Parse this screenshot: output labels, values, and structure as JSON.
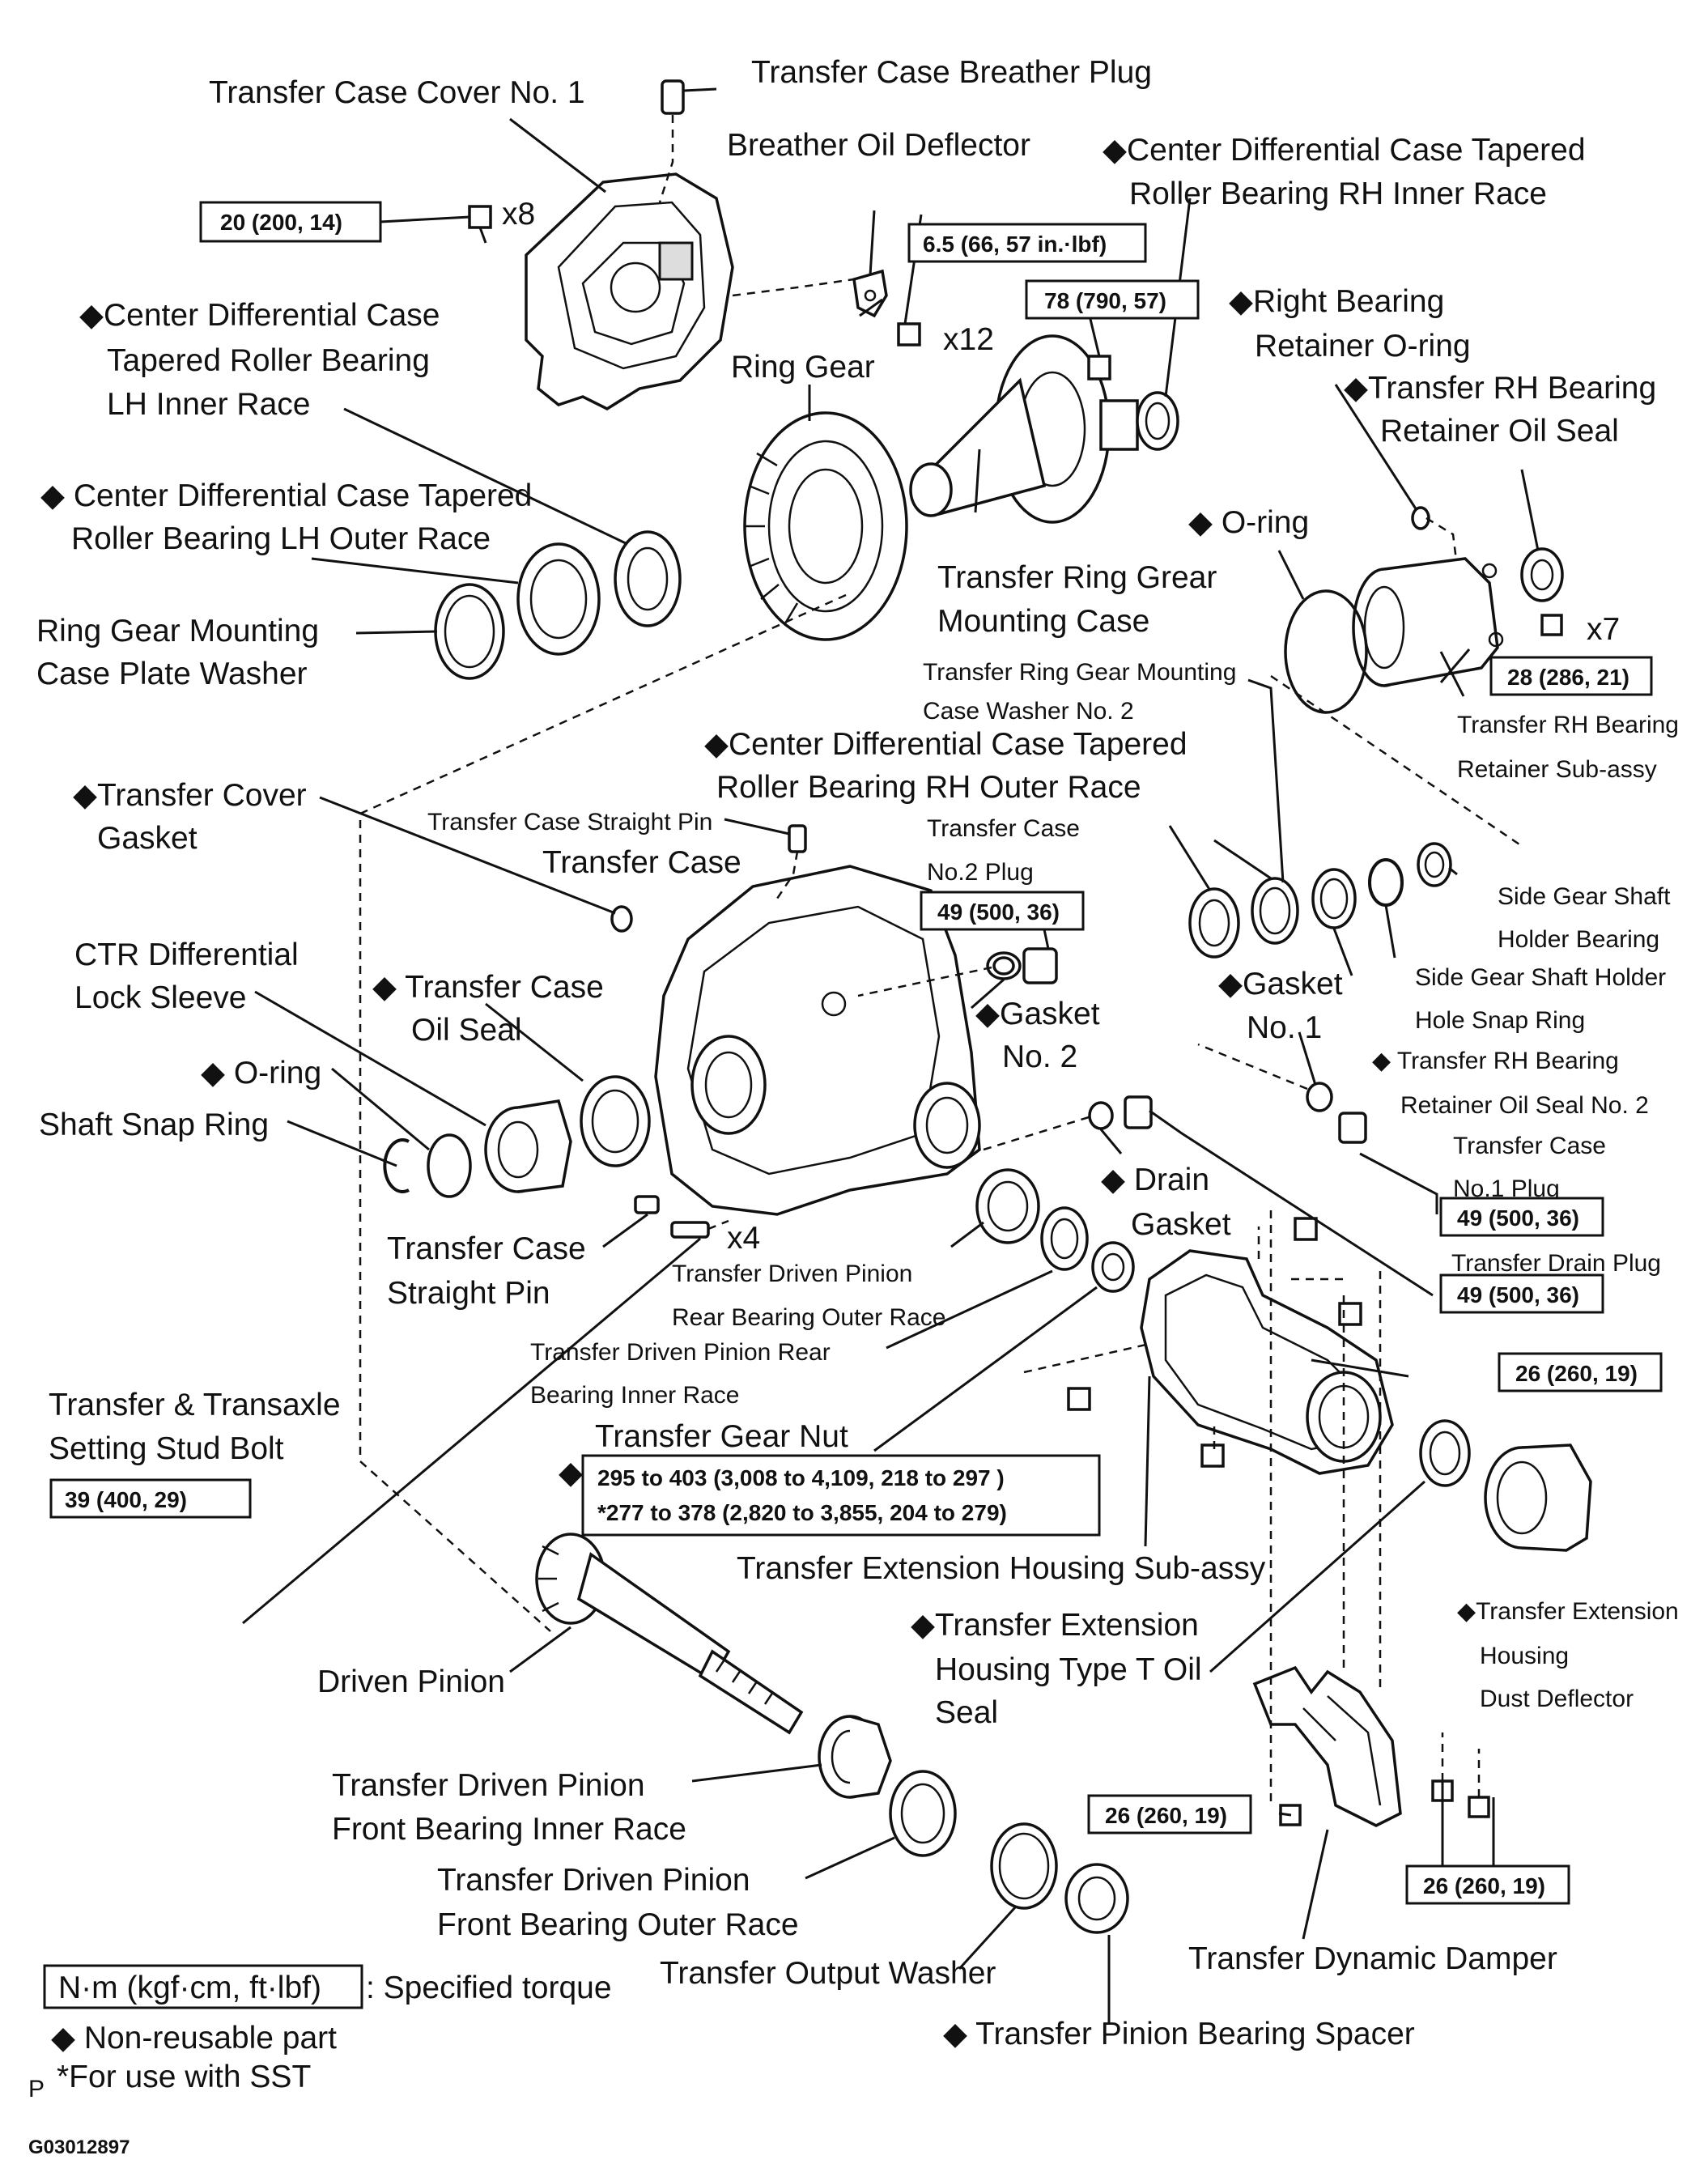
{
  "labels": {
    "cover_no1": "Transfer Case Cover No. 1",
    "breather_plug": "Transfer Case Breather Plug",
    "breather_deflector": "Breather Oil Deflector",
    "cdc_rh_inner_1": "◆Center Differential Case Tapered",
    "cdc_rh_inner_2": "Roller Bearing RH Inner Race",
    "cdc_lh_inner_1": "◆Center Differential Case",
    "cdc_lh_inner_2": "Tapered Roller Bearing",
    "cdc_lh_inner_3": "LH Inner Race",
    "ring_gear": "Ring Gear",
    "right_retainer_oring_1": "◆Right Bearing",
    "right_retainer_oring_2": "Retainer  O-ring",
    "rh_retainer_oil_seal_1": "◆Transfer RH Bearing",
    "rh_retainer_oil_seal_2": "Retainer Oil Seal",
    "cdc_lh_outer_1": "◆ Center Differential Case Tapered",
    "cdc_lh_outer_2": "Roller Bearing LH Outer Race",
    "oring_top": "◆ O-ring",
    "ring_gear_mounting_case_1": "Transfer Ring Grear",
    "ring_gear_mounting_case_2": "Mounting Case",
    "plate_washer_1": "Ring  Gear  Mounting",
    "plate_washer_2": "Case Plate Washer",
    "mounting_case_washer_1": "Transfer Ring Gear Mounting",
    "mounting_case_washer_2": "Case Washer No. 2",
    "rh_retainer_subassy_1": "Transfer RH Bearing",
    "rh_retainer_subassy_2": "Retainer Sub-assy",
    "cdc_rh_outer_1": "◆Center Differential Case Tapered",
    "cdc_rh_outer_2": "Roller Bearing RH Outer Race",
    "cover_gasket_1": "◆Transfer Cover",
    "cover_gasket_2": "Gasket",
    "straight_pin_top": "Transfer Case Straight Pin",
    "transfer_case": "Transfer Case",
    "no2_plug_1": "Transfer    Case",
    "no2_plug_2": "No.2 Plug",
    "side_gear_bearing_1": "Side Gear Shaft",
    "side_gear_bearing_2": "Holder Bearing",
    "ctr_lock_sleeve_1": "CTR Differential",
    "ctr_lock_sleeve_2": "Lock Sleeve",
    "case_oil_seal_1": "◆  Transfer  Case",
    "case_oil_seal_2": "Oil Seal",
    "gasket_no2_1": "◆Gasket",
    "gasket_no2_2": "No. 2",
    "gasket_no1_1": "◆Gasket",
    "gasket_no1_2": "No. 1",
    "side_gear_snap_ring_1": "Side Gear Shaft Holder",
    "side_gear_snap_ring_2": "Hole Snap Ring",
    "oring_mid": "◆ O-ring",
    "shaft_snap_ring": "Shaft Snap Ring",
    "rh_oil_seal_no2_1": "◆ Transfer  RH  Bearing",
    "rh_oil_seal_no2_2": "Retainer Oil Seal No. 2",
    "no1_plug_1": "Transfer    Case",
    "no1_plug_2": "No.1 Plug",
    "drain_gasket_1": "◆ Drain",
    "drain_gasket_2": "Gasket",
    "straight_pin_bottom_1": "Transfer   Case",
    "straight_pin_bottom_2": "Straight Pin",
    "rear_outer_race_1": "Transfer Driven Pinion",
    "rear_outer_race_2": "Rear Bearing Outer Race",
    "drain_plug": "Transfer Drain Plug",
    "rear_inner_race_1": "Transfer Driven Pinion Rear",
    "rear_inner_race_2": "Bearing Inner Race",
    "stud_bolt_1": "Transfer & Transaxle",
    "stud_bolt_2": "Setting Stud Bolt",
    "gear_nut": "Transfer Gear Nut",
    "extension_housing": "Transfer Extension Housing Sub-assy",
    "dust_deflector_1": "◆Transfer Extension",
    "dust_deflector_2": "Housing",
    "dust_deflector_3": "Dust Deflector",
    "ext_oil_seal_1": "◆Transfer  Extension",
    "ext_oil_seal_2": "Housing Type T Oil",
    "ext_oil_seal_3": "Seal",
    "driven_pinion": "Driven Pinion",
    "front_inner_race_1": "Transfer  Driven  Pinion",
    "front_inner_race_2": "Front Bearing Inner Race",
    "front_outer_race_1": "Transfer  Driven  Pinion",
    "front_outer_race_2": "Front Bearing Outer Race",
    "dynamic_damper": "Transfer Dynamic Damper",
    "output_washer": "Transfer Output Washer",
    "pinion_spacer": "◆ Transfer Pinion Bearing Spacer"
  },
  "torques": {
    "cover_bolts": "20 (200, 14)",
    "deflector_bolts": "6.5 (66, 57 in.·lbf)",
    "ring_gear_bolt": "78 (790, 57)",
    "retainer_bolts": "28 (286, 21)",
    "no2_plug": "49 (500, 36)",
    "no1_plug": "49 (500, 36)",
    "drain_plug": "49 (500, 36)",
    "extension_bolt": "26 (260, 19)",
    "stud_bolt": "39 (400, 29)",
    "gear_nut_line1": "295 to 403 (3,008 to 4,109, 218 to 297 )",
    "gear_nut_line2": "*277 to 378 (2,820 to 3,855, 204 to 279)",
    "damper_left": "26 (260, 19)",
    "damper_right": "26 (260, 19)"
  },
  "quantities": {
    "cover_bolts": "x8",
    "deflector_bolts": "x12",
    "retainer_bolts": "x7",
    "stud_bolts": "x4"
  },
  "markers": {
    "gear_nut_diamond": "◆"
  },
  "legend": {
    "unit_box": "N·m (kgf·cm, ft·lbf)",
    "unit_text": ": Specified torque",
    "non_reusable": "◆  Non-reusable part",
    "sst_prefix": "P",
    "sst": "*For use with SST"
  },
  "figure_code": "G03012897"
}
